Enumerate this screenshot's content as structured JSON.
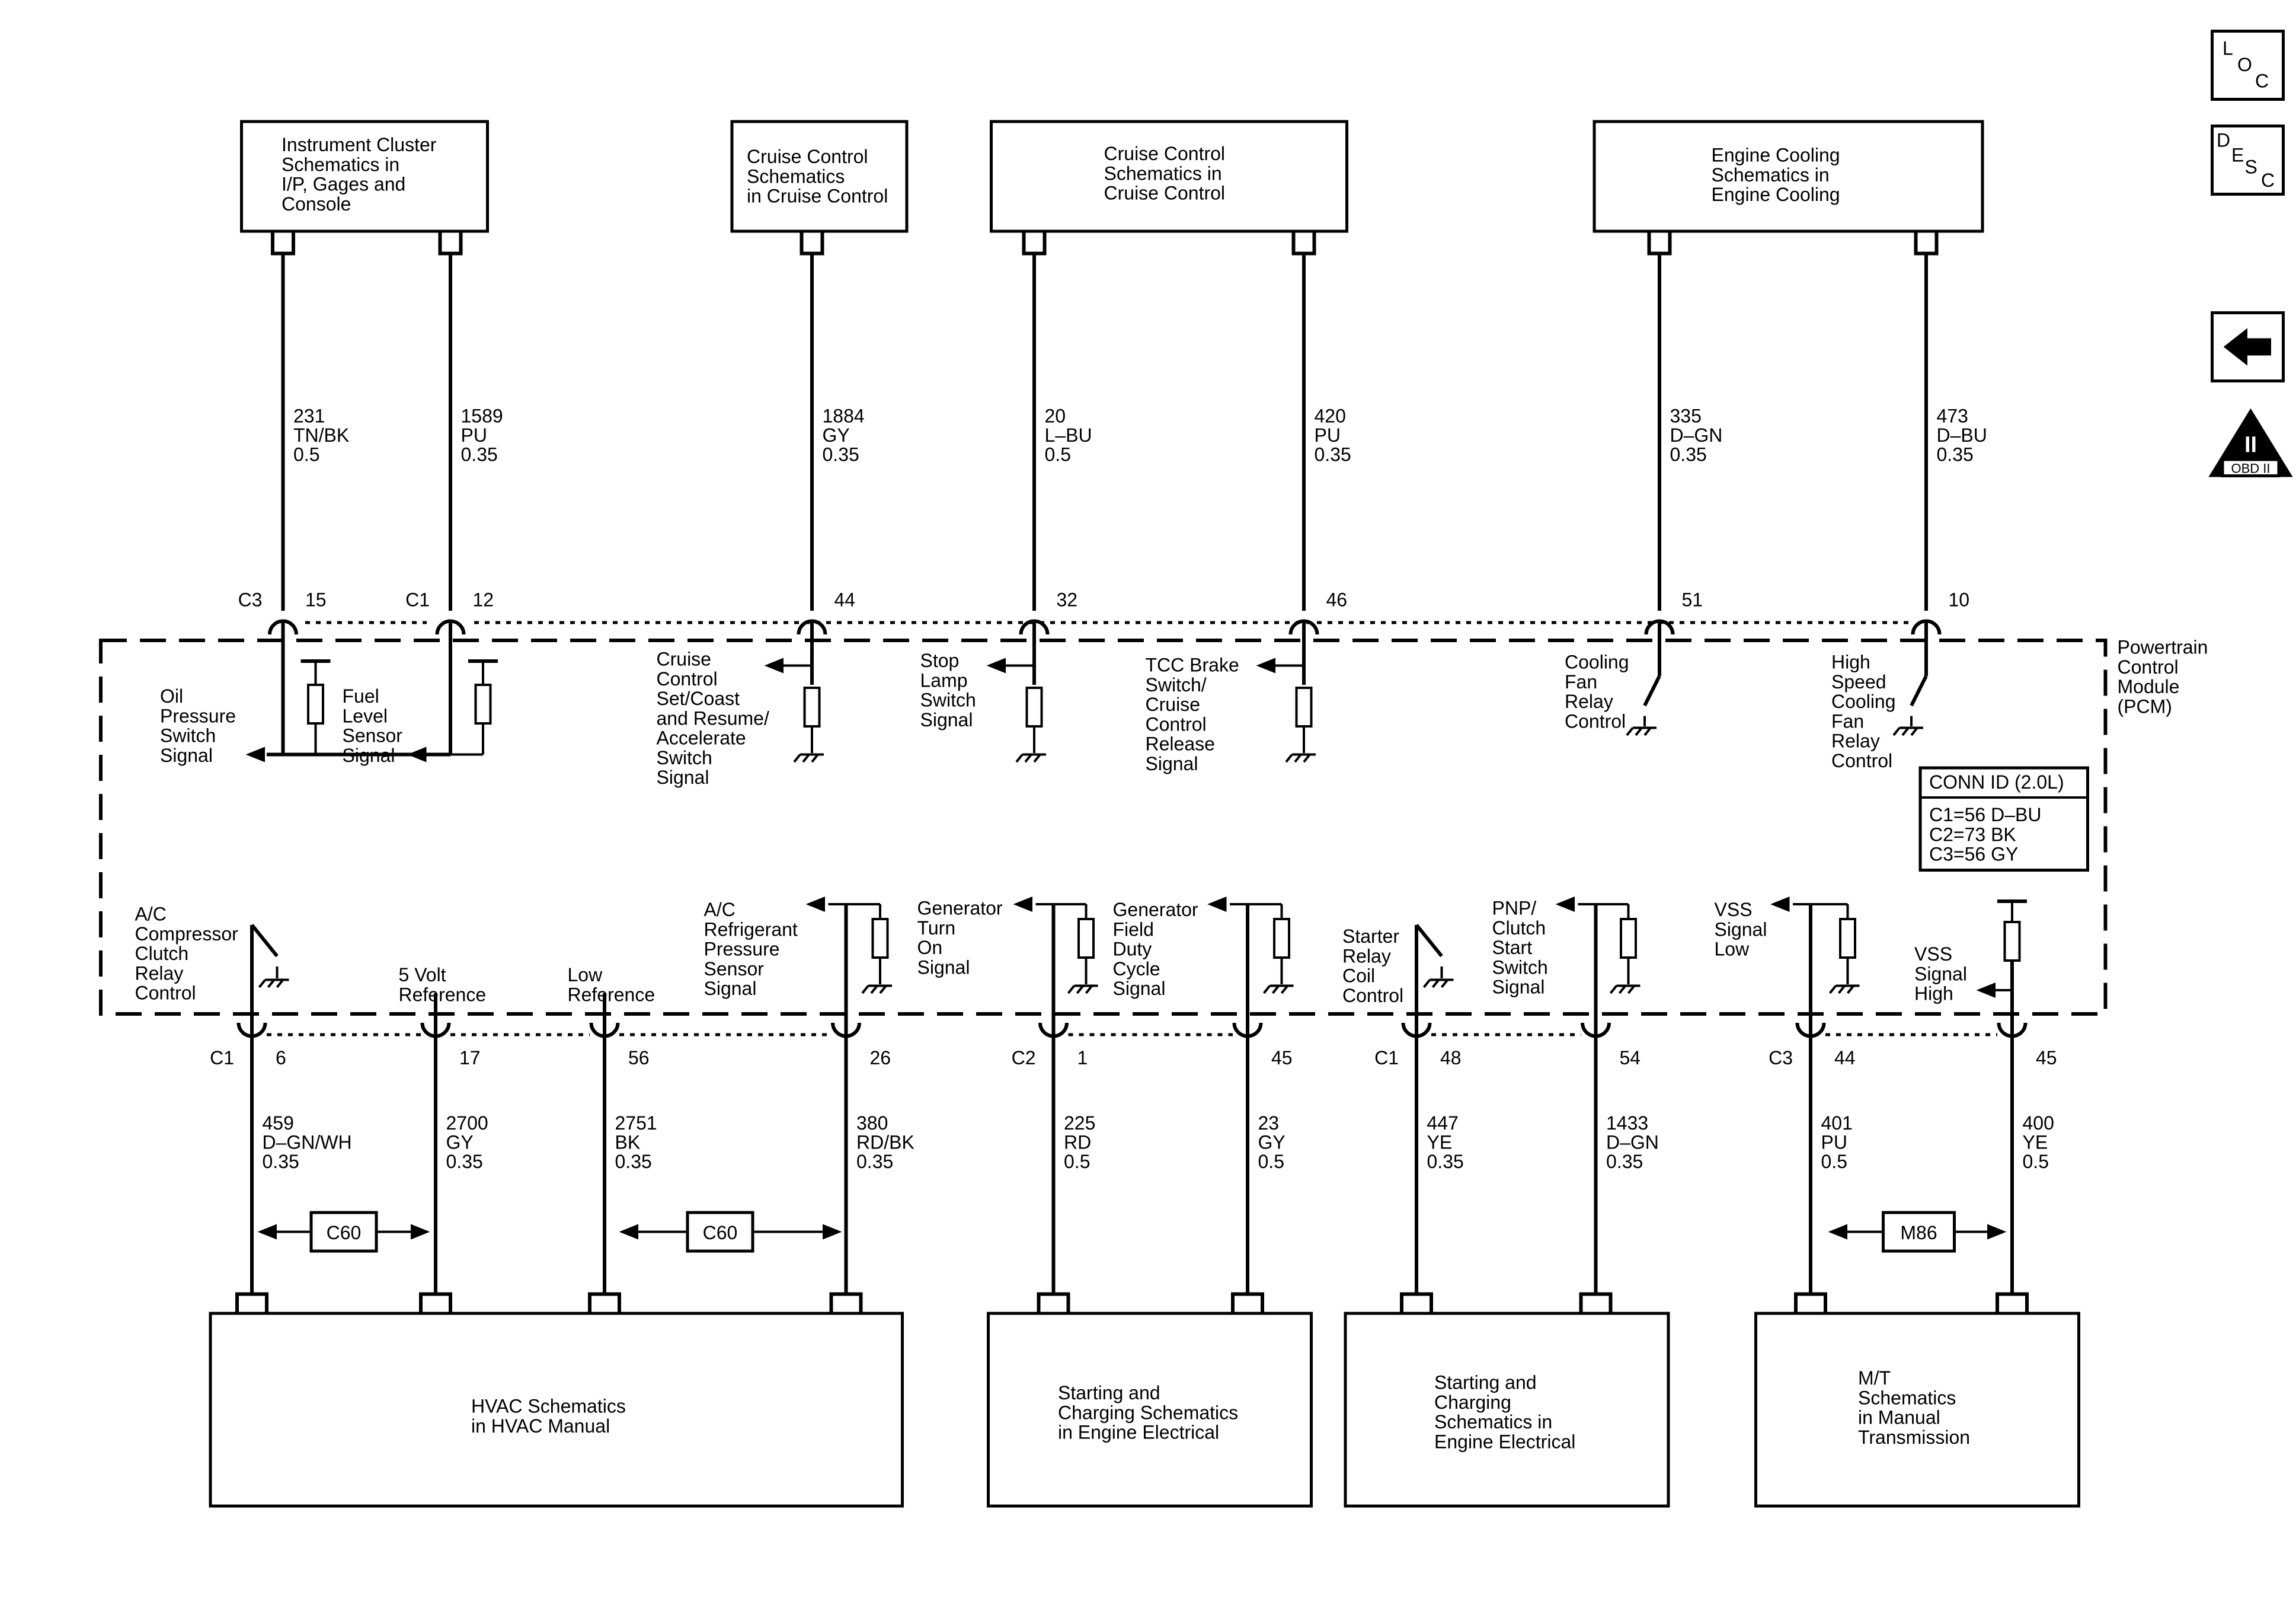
{
  "top_boxes": [
    {
      "lines": [
        "Instrument Cluster",
        "Schematics in",
        "I/P, Gages and",
        "Console"
      ]
    },
    {
      "lines": [
        "Cruise Control",
        "Schematics",
        "in Cruise Control"
      ]
    },
    {
      "lines": [
        "Cruise Control",
        "Schematics in",
        "Cruise Control"
      ]
    },
    {
      "lines": [
        "Engine Cooling",
        "Schematics in",
        "Engine Cooling"
      ]
    }
  ],
  "bottom_boxes": [
    {
      "lines": [
        "HVAC Schematics",
        "in HVAC Manual"
      ]
    },
    {
      "lines": [
        "Starting and",
        "Charging Schematics",
        "in Engine Electrical"
      ]
    },
    {
      "lines": [
        "Starting and",
        "Charging",
        "Schematics in",
        "Engine Electrical"
      ]
    },
    {
      "lines": [
        "M/T",
        "Schematics",
        "in Manual",
        "Transmission"
      ]
    }
  ],
  "pcm": {
    "lines": [
      "Powertrain",
      "Control",
      "Module",
      "(PCM)"
    ]
  },
  "conn_id": {
    "title": "CONN ID (2.0L)",
    "lines": [
      "C1=56 D–BU",
      "C2=73 BK",
      "C3=56 GY"
    ]
  },
  "top_wires": [
    {
      "conn": "C3",
      "pin": "15",
      "circuit": "231",
      "color": "TN/BK",
      "gauge": "0.5",
      "signal": [
        "Oil",
        "Pressure",
        "Switch",
        "Signal"
      ]
    },
    {
      "conn": "C1",
      "pin": "12",
      "circuit": "1589",
      "color": "PU",
      "gauge": "0.35",
      "signal": [
        "Fuel",
        "Level",
        "Sensor",
        "Signal"
      ]
    },
    {
      "conn": "",
      "pin": "44",
      "circuit": "1884",
      "color": "GY",
      "gauge": "0.35",
      "signal": [
        "Cruise",
        "Control",
        "Set/Coast",
        "and Resume/",
        "Accelerate",
        "Switch",
        "Signal"
      ]
    },
    {
      "conn": "",
      "pin": "32",
      "circuit": "20",
      "color": "L–BU",
      "gauge": "0.5",
      "signal": [
        "Stop",
        "Lamp",
        "Switch",
        "Signal"
      ]
    },
    {
      "conn": "",
      "pin": "46",
      "circuit": "420",
      "color": "PU",
      "gauge": "0.35",
      "signal": [
        "TCC Brake",
        "Switch/",
        "Cruise",
        "Control",
        "Release",
        "Signal"
      ]
    },
    {
      "conn": "",
      "pin": "51",
      "circuit": "335",
      "color": "D–GN",
      "gauge": "0.35",
      "signal": [
        "Cooling",
        "Fan",
        "Relay",
        "Control"
      ]
    },
    {
      "conn": "",
      "pin": "10",
      "circuit": "473",
      "color": "D–BU",
      "gauge": "0.35",
      "signal": [
        "High",
        "Speed",
        "Cooling",
        "Fan",
        "Relay",
        "Control"
      ]
    }
  ],
  "bottom_wires": [
    {
      "conn": "C1",
      "pin": "6",
      "circuit": "459",
      "color": "D–GN/WH",
      "gauge": "0.35",
      "signal": [
        "A/C",
        "Compressor",
        "Clutch",
        "Relay",
        "Control"
      ]
    },
    {
      "conn": "",
      "pin": "17",
      "circuit": "2700",
      "color": "GY",
      "gauge": "0.35",
      "signal": [
        "5 Volt",
        "Reference"
      ]
    },
    {
      "conn": "",
      "pin": "56",
      "circuit": "2751",
      "color": "BK",
      "gauge": "0.35",
      "signal": [
        "Low",
        "Reference"
      ]
    },
    {
      "conn": "",
      "pin": "26",
      "circuit": "380",
      "color": "RD/BK",
      "gauge": "0.35",
      "signal": [
        "A/C",
        "Refrigerant",
        "Pressure",
        "Sensor",
        "Signal"
      ]
    },
    {
      "conn": "C2",
      "pin": "1",
      "circuit": "225",
      "color": "RD",
      "gauge": "0.5",
      "signal": [
        "Generator",
        "Turn",
        "On",
        "Signal"
      ]
    },
    {
      "conn": "",
      "pin": "45",
      "circuit": "23",
      "color": "GY",
      "gauge": "0.5",
      "signal": [
        "Generator",
        "Field",
        "Duty",
        "Cycle",
        "Signal"
      ]
    },
    {
      "conn": "C1",
      "pin": "48",
      "circuit": "447",
      "color": "YE",
      "gauge": "0.35",
      "signal": [
        "Starter",
        "Relay",
        "Coil",
        "Control"
      ]
    },
    {
      "conn": "",
      "pin": "54",
      "circuit": "1433",
      "color": "D–GN",
      "gauge": "0.35",
      "signal": [
        "PNP/",
        "Clutch",
        "Start",
        "Switch",
        "Signal"
      ]
    },
    {
      "conn": "C3",
      "pin": "44",
      "circuit": "401",
      "color": "PU",
      "gauge": "0.5",
      "signal": [
        "VSS",
        "Signal",
        "Low"
      ]
    },
    {
      "conn": "",
      "pin": "45",
      "circuit": "400",
      "color": "YE",
      "gauge": "0.5",
      "signal": [
        "VSS",
        "Signal",
        "High"
      ]
    }
  ],
  "inline_connectors": [
    "C60",
    "C60",
    "M86"
  ],
  "side_icons": {
    "loc": [
      "L",
      "O",
      "C"
    ],
    "desc": [
      "D",
      "E",
      "S",
      "C"
    ],
    "obd_numeral": "II",
    "obd_text": "OBD II"
  }
}
